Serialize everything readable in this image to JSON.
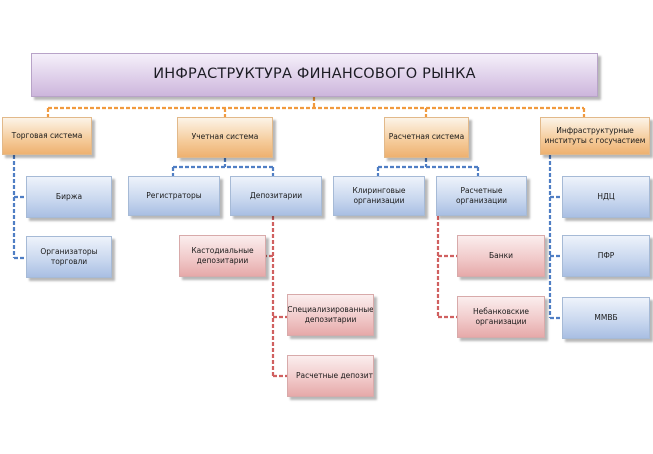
{
  "diagram": {
    "title": "ИНФРАСТРУКТУРА ФИНАНСОВОГО РЫНКА",
    "categories": {
      "trading": "Торговая система",
      "accounting": "Учетная система",
      "settlement": "Расчетная система",
      "institutions": "Инфраструктурные институты с госучастием"
    },
    "nodes": {
      "birzha": "Биржа",
      "organizers": "Организаторы торговли",
      "registrars": "Регистраторы",
      "depositaries": "Депозитарии",
      "custodial": "Кастодиальные депозитарии",
      "specialized": "Специализированные депозитарии",
      "settlement_dep": "Расчетные депозитарии",
      "clearing": "Клиринговые организации",
      "settlement_org": "Расчетные организации",
      "banks": "Банки",
      "nonbank": "Небанковские организации",
      "ndc": "НДЦ",
      "pfr": "ПФР",
      "mmvb": "ММВБ"
    },
    "colors": {
      "orange_connector": "#f19a3e",
      "blue_connector": "#4f7ec4",
      "pink_connector": "#d06060"
    }
  }
}
